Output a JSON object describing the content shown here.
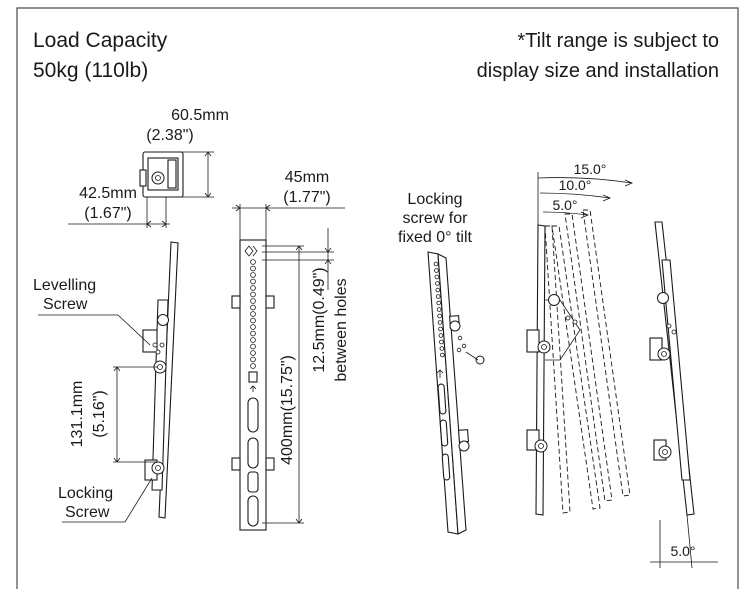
{
  "header": {
    "load_title": "Load Capacity",
    "load_value": "50kg (110lb)",
    "tilt_note_line1": "*Tilt range is subject to",
    "tilt_note_line2": "display size and installation"
  },
  "dimensions": {
    "bracket_height_mm": "60.5mm",
    "bracket_height_in": "(2.38\")",
    "bracket_depth_mm": "42.5mm",
    "bracket_depth_in": "(1.67\")",
    "rail_width_mm": "45mm",
    "rail_width_in": "(1.77\")",
    "hole_spacing": "12.5mm(0.49\")",
    "hole_spacing_note": "between holes",
    "rail_length": "400mm(15.75\")",
    "screw_span_mm": "131.1mm",
    "screw_span_in": "(5.16\")"
  },
  "labels": {
    "levelling_line1": "Levelling",
    "levelling_line2": "Screw",
    "locking_line1": "Locking",
    "locking_line2": "Screw",
    "lock_fixed_line1": "Locking",
    "lock_fixed_line2": "screw for",
    "lock_fixed_line3": "fixed 0° tilt"
  },
  "tilt": {
    "angle_15": "15.0°",
    "angle_10": "10.0°",
    "angle_5": "5.0°",
    "angle_bottom": "5.0°"
  }
}
